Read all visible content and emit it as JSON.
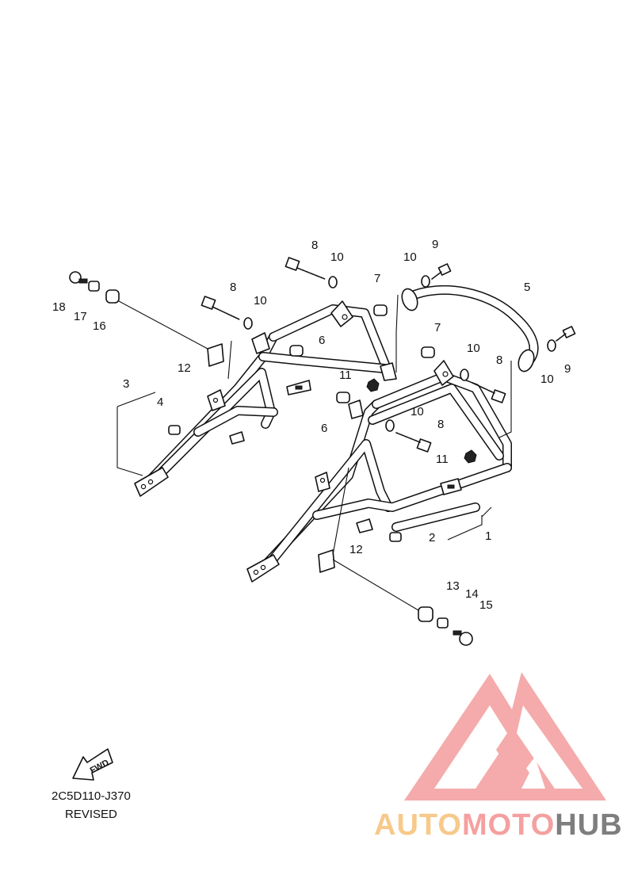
{
  "drawing": {
    "code": "2C5D110-J370",
    "status": "REVISED",
    "fwd_label": "FWD"
  },
  "callouts": [
    "1",
    "2",
    "3",
    "4",
    "5",
    "6",
    "7",
    "8",
    "9",
    "10",
    "11",
    "12",
    "13",
    "14",
    "15",
    "16",
    "17",
    "18"
  ],
  "watermark": {
    "part1": "AUTO",
    "part2": "MOTO",
    "part3": "HUB",
    "colors": {
      "auto": "#f7c98a",
      "moto": "#f5a0a0",
      "hub": "#7e7e7e",
      "logo": "#f4a3a3"
    }
  }
}
